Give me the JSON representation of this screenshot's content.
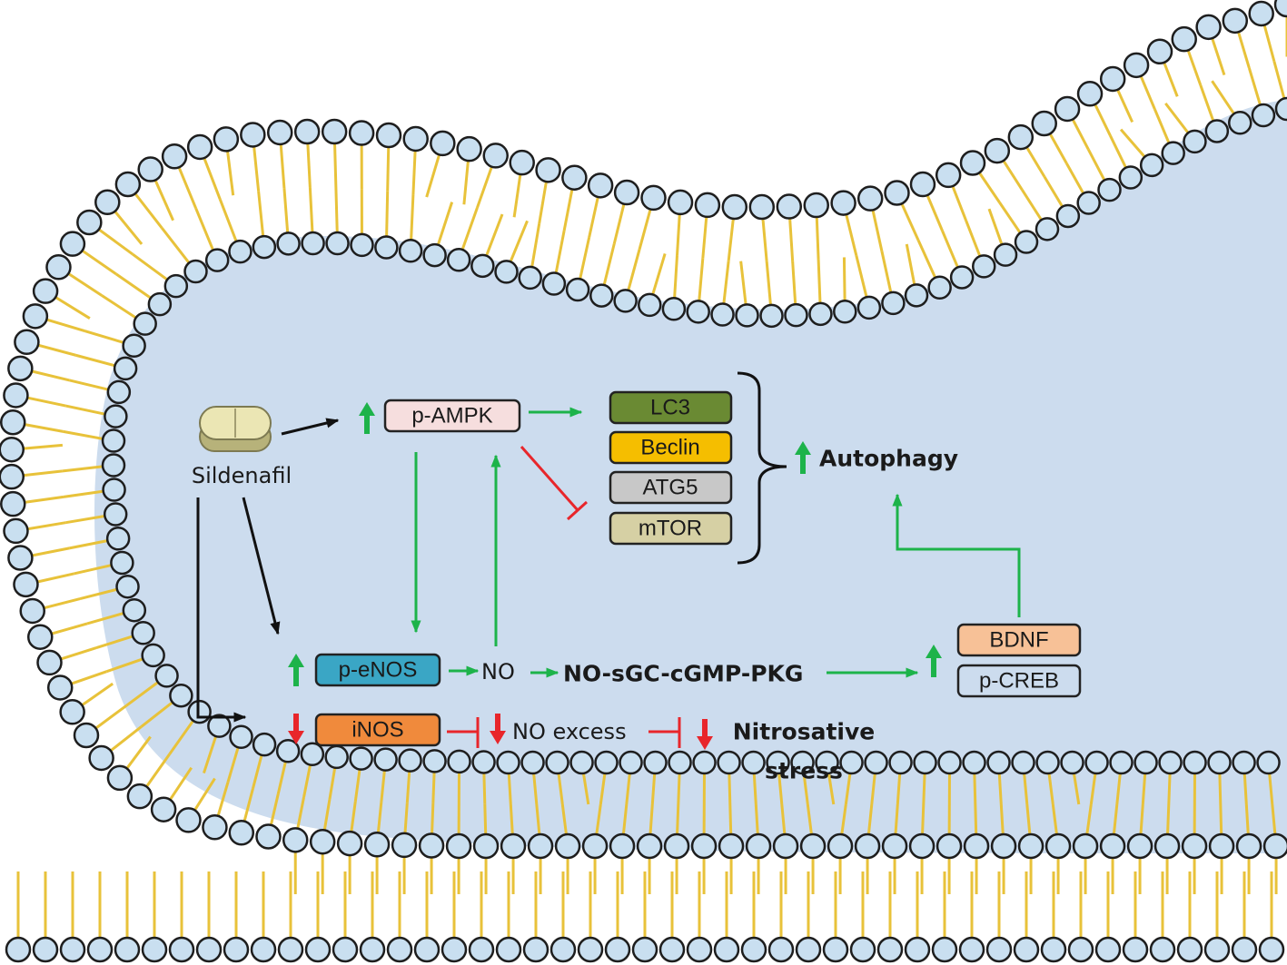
{
  "drug": {
    "label": "Sildenafil"
  },
  "nodes": {
    "p_ampk": "p-AMPK",
    "lc3": "LC3",
    "beclin": "Beclin",
    "atg5": "ATG5",
    "mtor": "mTOR",
    "p_enos": "p-eNOS",
    "inos": "iNOS",
    "bdnf": "BDNF",
    "p_creb": "p-CREB",
    "no": "NO",
    "pathway": "NO-sGC-cGMP-PKG",
    "no_excess": "NO excess",
    "autophagy": "Autophagy",
    "nitrosative_line1": "Nitrosative",
    "nitrosative_line2": "stress"
  },
  "colors": {
    "cytoplasm": "#ccdcee",
    "lipid_head": "#c9dff0",
    "lipid_tail": "#e8c23a",
    "activation": "#1db34a",
    "inhibition": "#e8262b",
    "neutral_arrow": "#111111",
    "p_ampk": "#f6dede",
    "lc3": "#6a8a33",
    "beclin": "#f5be00",
    "atg5": "#c8c8c8",
    "mtor": "#d6d0a4",
    "p_enos": "#3aa6c5",
    "inos": "#f08a3c",
    "bdnf": "#f7c197",
    "p_creb": "#ccdcee"
  }
}
